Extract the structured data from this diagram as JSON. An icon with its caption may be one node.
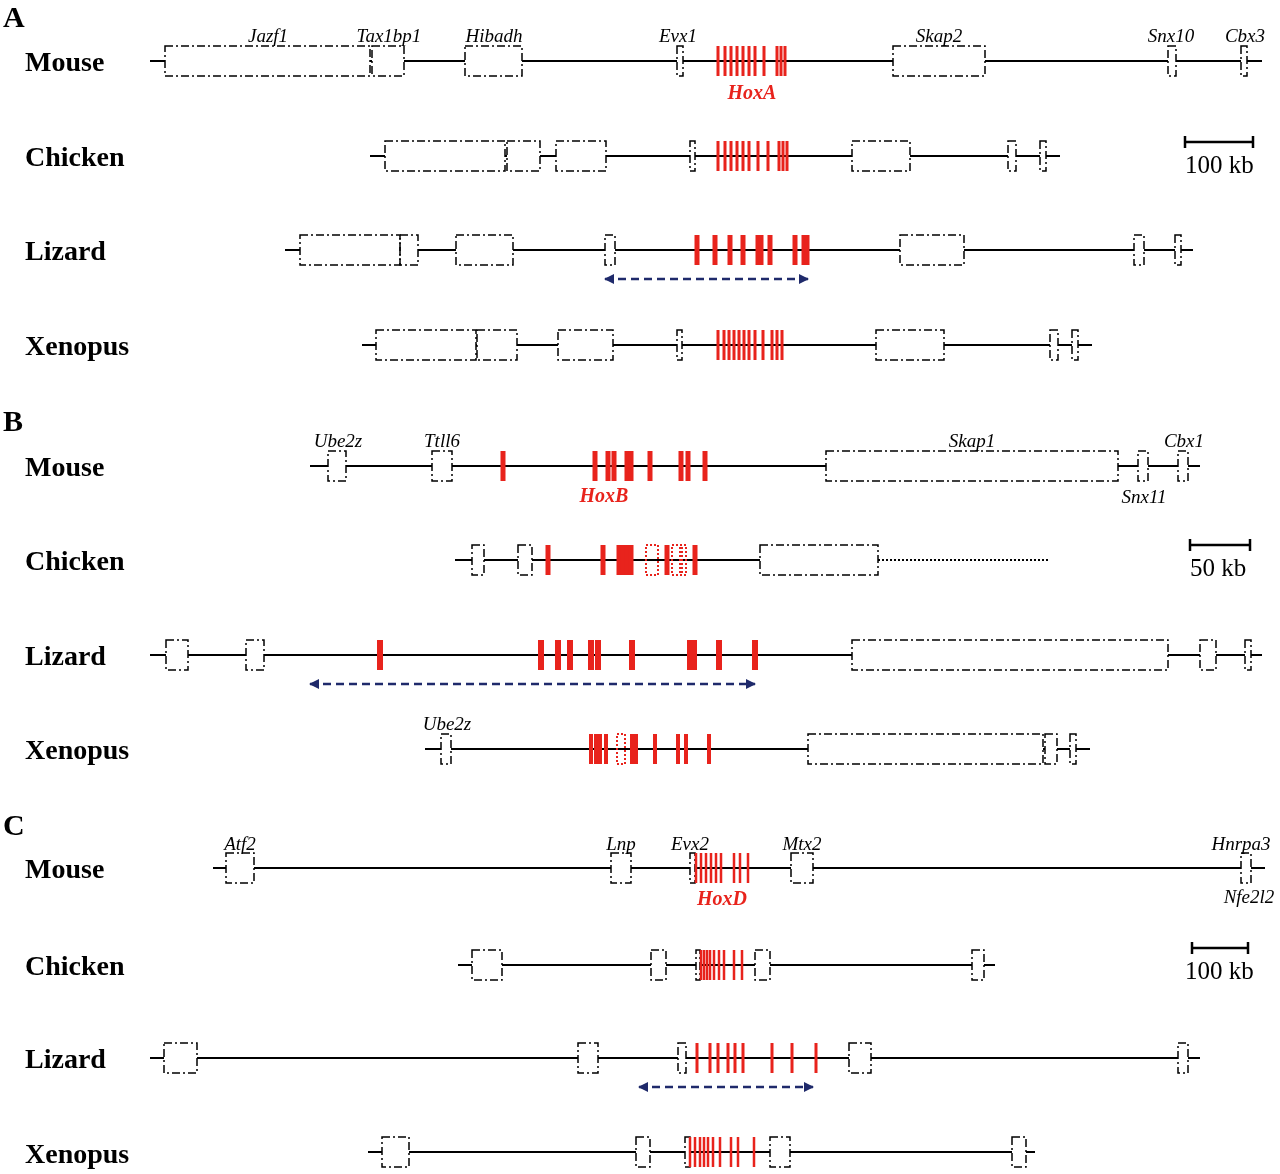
{
  "diagram": {
    "labels": [
      "A",
      "Jazf1",
      "Tax1bp1",
      "Hibadh",
      "Evx1",
      "Skap2",
      "Snx10",
      "Cbx3",
      "Mouse",
      "HoxA",
      "Chicken",
      "100 kb",
      "Lizard",
      "Xenopus",
      "B",
      "Ube2z",
      "Ttll6",
      "Skap1",
      "Cbx1",
      "Mouse",
      "HoxB",
      "Snx11",
      "Chicken",
      "50 kb",
      "Lizard",
      "Ube2z",
      "Xenopus",
      "C",
      "Atf2",
      "Lnp",
      "Evx2",
      "Mtx2",
      "Hnrpa3",
      "Mouse",
      "HoxD",
      "Nfe2l2",
      "Chicken",
      "100 kb",
      "Lizard",
      "Xenopus"
    ]
  }
}
